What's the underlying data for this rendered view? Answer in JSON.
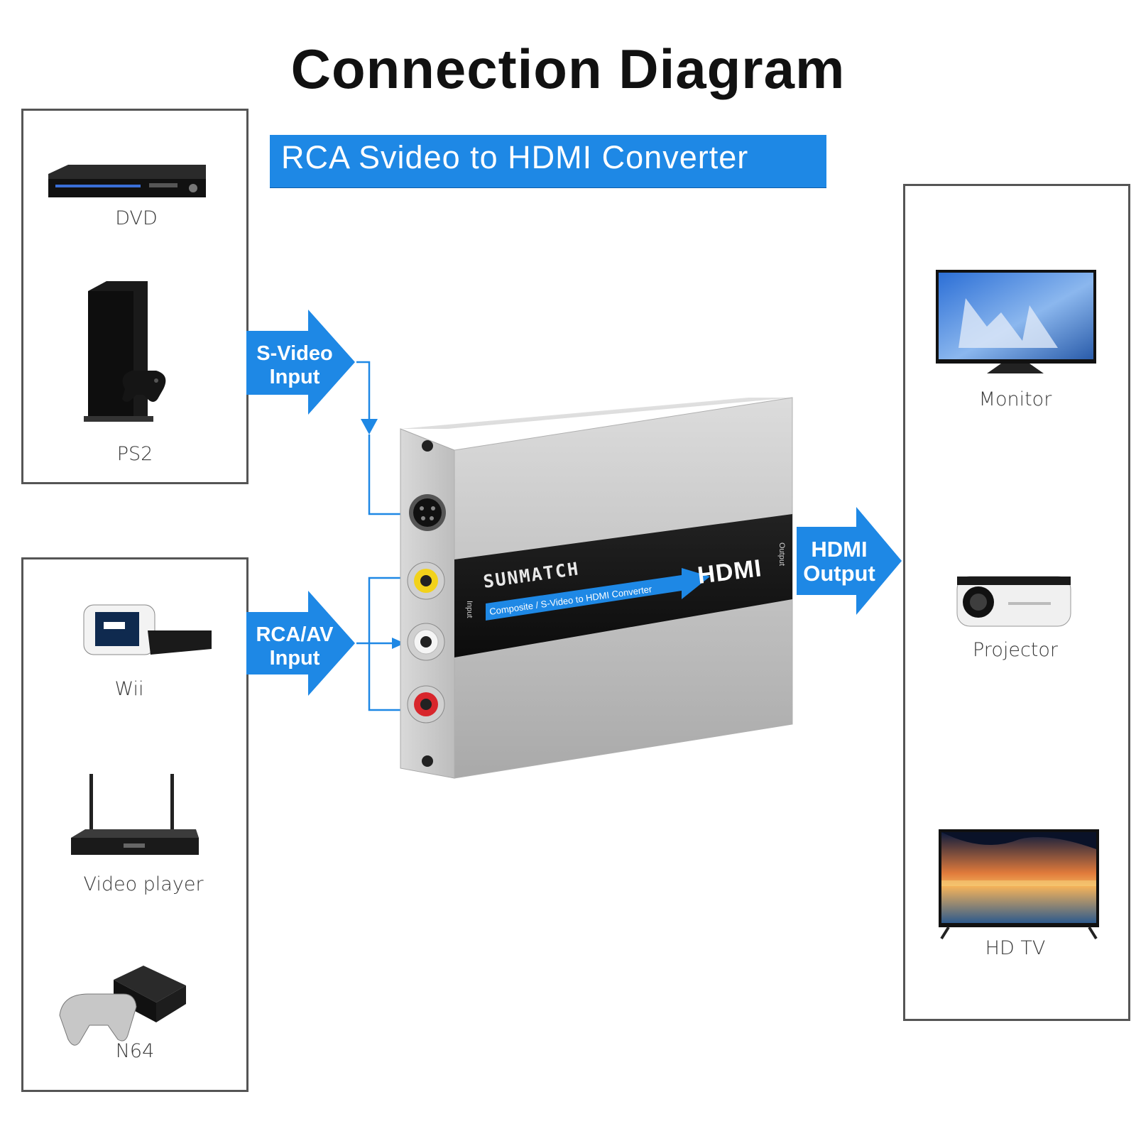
{
  "title": "Connection Diagram",
  "subtitle": "RCA Svideo to HDMI Converter",
  "input_devices_top": [
    {
      "label": "DVD",
      "icon": "dvd-player-icon"
    },
    {
      "label": "PS2",
      "icon": "ps2-console-icon"
    }
  ],
  "input_devices_bottom": [
    {
      "label": "Wii",
      "icon": "wii-console-icon"
    },
    {
      "label": "Video player",
      "icon": "video-player-icon"
    },
    {
      "label": "N64",
      "icon": "n64-console-icon"
    }
  ],
  "output_devices": [
    {
      "label": "Monitor",
      "icon": "monitor-icon"
    },
    {
      "label": "Projector",
      "icon": "projector-icon"
    },
    {
      "label": "HD TV",
      "icon": "hd-tv-icon"
    }
  ],
  "arrows": {
    "svideo_input": [
      "S-Video",
      "Input"
    ],
    "rca_input": [
      "RCA/AV",
      "Input"
    ],
    "hdmi_output": [
      "HDMI",
      "Output"
    ]
  },
  "converter": {
    "brand": "SUNMATCH",
    "band_text": "Composite / S-Video to HDMI Converter",
    "hdmi_logo": "HDMI",
    "input_label": "Input",
    "output_label": "Output"
  },
  "colors": {
    "accent_blue": "#1e88e5",
    "arrow_blue": "#1e88e5",
    "rca_yellow": "#f2d21b",
    "rca_white": "#f5f5f5",
    "rca_red": "#d8262c"
  }
}
